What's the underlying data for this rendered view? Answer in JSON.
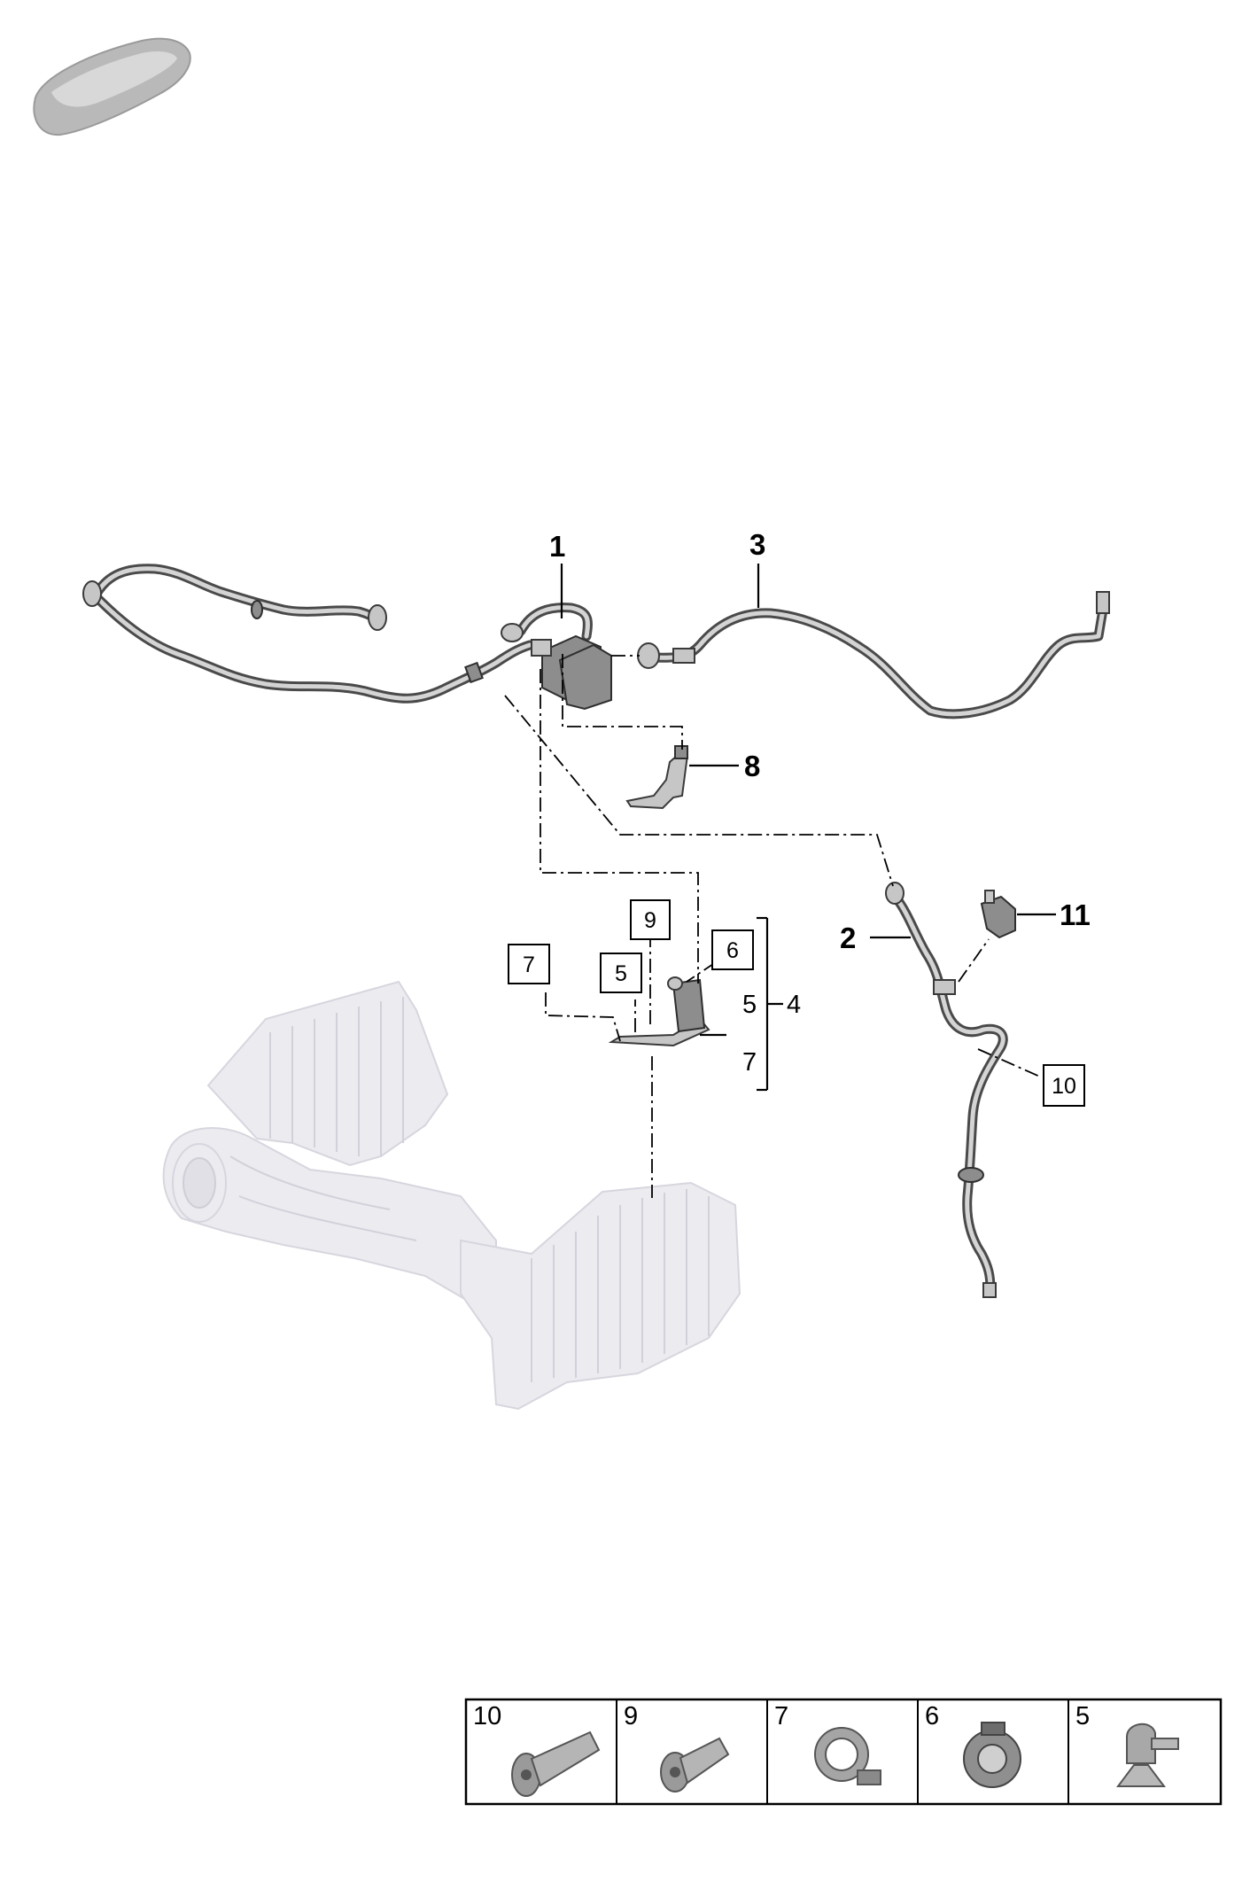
{
  "callouts": {
    "p1": "1",
    "p2": "2",
    "p3": "3",
    "p4": "4",
    "p8": "8",
    "p11": "11"
  },
  "boxed_labels": {
    "b9": "9",
    "b6": "6",
    "b7": "7",
    "b5": "5",
    "b10": "10"
  },
  "group_bracket": {
    "item_top": "5",
    "item_bottom": "7"
  },
  "legend": [
    {
      "number": "10",
      "icon": "torx-bolt-long-icon"
    },
    {
      "number": "9",
      "icon": "torx-bolt-short-icon"
    },
    {
      "number": "7",
      "icon": "hose-clip-ring-icon"
    },
    {
      "number": "6",
      "icon": "hose-clip-bracket-icon"
    },
    {
      "number": "5",
      "icon": "push-rivet-clip-icon"
    }
  ],
  "colors": {
    "hose": "#4a4a4a",
    "ghost_part": "#ecebf0",
    "line": "#000000"
  }
}
